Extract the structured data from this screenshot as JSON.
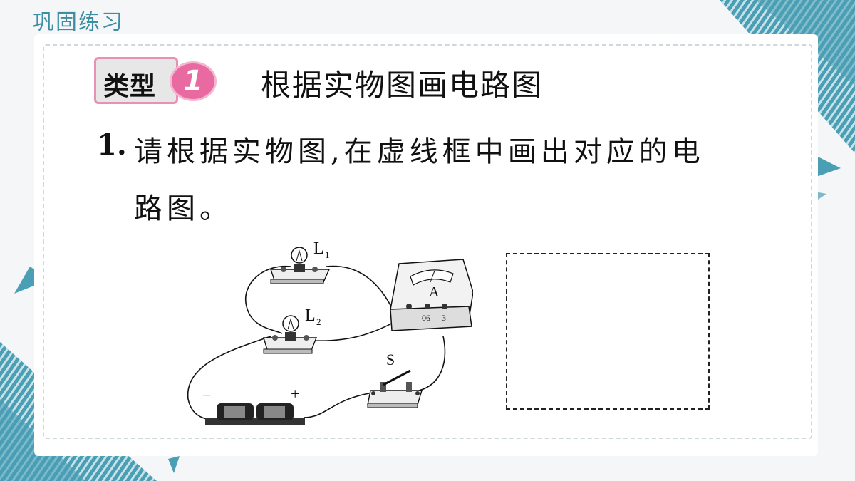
{
  "header": {
    "section_label": "巩固练习"
  },
  "type_badge": {
    "prefix": "类型",
    "number": "1",
    "title": "根据实物图画电路图"
  },
  "question": {
    "number": "1.",
    "line1": "请根据实物图,在虚线框中画出对应的电",
    "line2": "路图。"
  },
  "figure": {
    "lamp1": "L",
    "lamp1_sub": "1",
    "lamp2": "L",
    "lamp2_sub": "2",
    "ammeter": "A",
    "ammeter_minus": "−",
    "ammeter_06": "06",
    "ammeter_3": "3",
    "switch": "S",
    "battery_minus": "−",
    "battery_plus": "+"
  },
  "colors": {
    "accent": "#3d8ea3",
    "badge_pink": "#e86aa0",
    "badge_border": "#e891b5",
    "teal_deco": "#4a9fb5"
  }
}
